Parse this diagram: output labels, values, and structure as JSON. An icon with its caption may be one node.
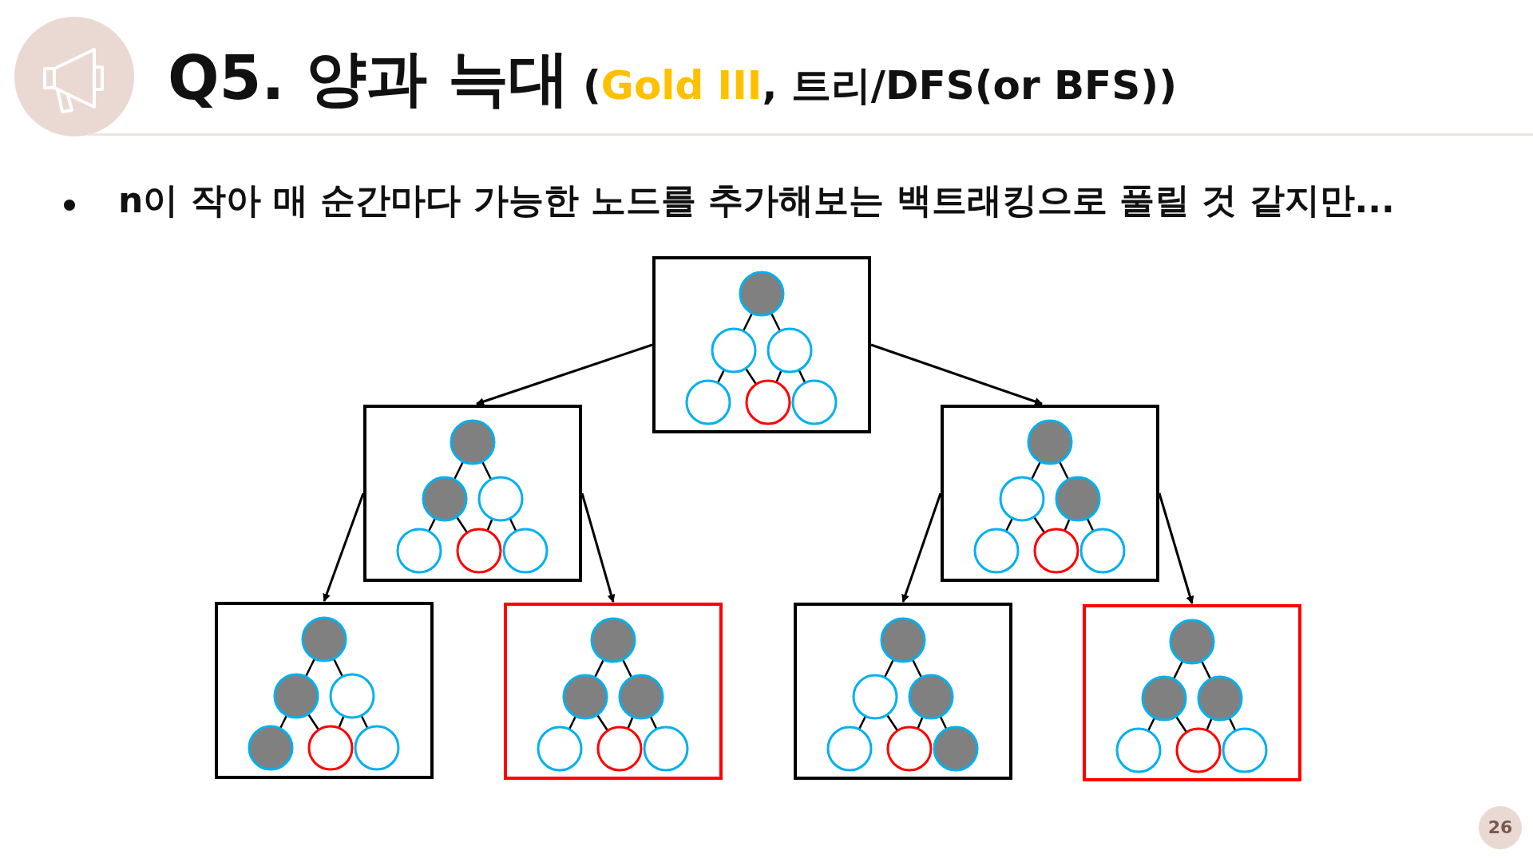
{
  "diagram": {
    "title": "Q5. 양과 늑대",
    "nodes": [
      {
        "text": [],
        "shape": "box"
      },
      {
        "text": [],
        "shape": "box"
      },
      {
        "text": [],
        "shape": "box"
      },
      {
        "text": [],
        "shape": "box"
      },
      {
        "text": [],
        "shape": "box"
      },
      {
        "text": [],
        "shape": "box"
      },
      {
        "text": [],
        "shape": "box"
      }
    ],
    "edges": [
      {
        "from": 0,
        "to": 1,
        "arrow": "to"
      },
      {
        "from": 0,
        "to": 2,
        "arrow": "to"
      },
      {
        "from": 1,
        "to": 3,
        "arrow": "to"
      },
      {
        "from": 1,
        "to": 4,
        "arrow": "to"
      },
      {
        "from": 2,
        "to": 5,
        "arrow": "to"
      },
      {
        "from": 2,
        "to": 6,
        "arrow": "to"
      }
    ],
    "labels": [
      "(Gold III, 트리/DFS(or BFS))",
      "n이 작아 매 순간마다 가능한 노드를 추가해보는 백트래킹으로 풀릴 것 같지만...",
      "26"
    ]
  }
}
